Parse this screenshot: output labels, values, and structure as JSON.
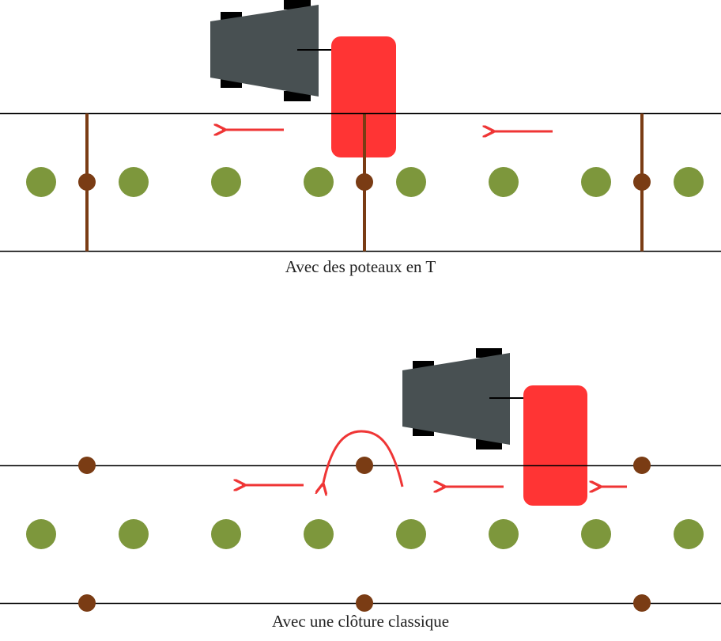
{
  "colors": {
    "vine": "#7d973c",
    "post": "#7a3c14",
    "wire": "#000000",
    "arrow": "#ef3535",
    "tractor_body": "#485052",
    "tractor_wheel": "#000000",
    "implement": "#ff3434"
  },
  "panels": [
    {
      "id": "t-posts",
      "caption": "Avec des poteaux en T",
      "post_style": "t-post",
      "vine_count": 8,
      "post_count": 3,
      "direction": "right-to-left",
      "arrow_count": 2,
      "detour_arrow": false
    },
    {
      "id": "classic",
      "caption": "Avec une clôture classique",
      "post_style": "double-row",
      "vine_count": 8,
      "post_count": 6,
      "direction": "right-to-left",
      "arrow_count": 3,
      "detour_arrow": true
    }
  ]
}
